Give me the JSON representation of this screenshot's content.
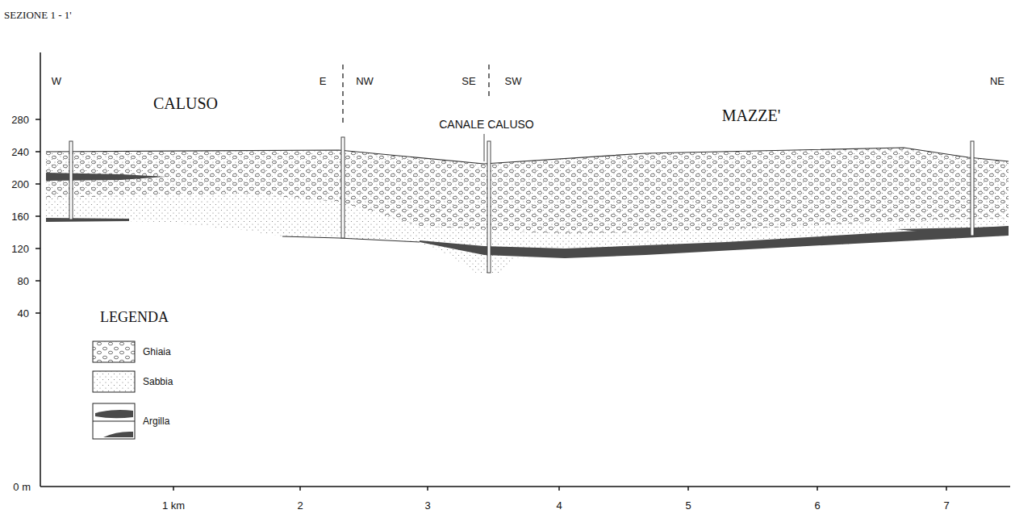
{
  "diagram": {
    "title": "SEZIONE 1 - 1'",
    "labels": [
      "W",
      "E",
      "NW",
      "SE",
      "SW",
      "NE",
      "CALUSO",
      "CANALE CALUSO",
      "MAZZE'",
      "280",
      "240",
      "200",
      "160",
      "120",
      "80",
      "40",
      "0 m",
      "1 km",
      "2",
      "3",
      "4",
      "5",
      "6",
      "7",
      "LEGENDA"
    ],
    "legend": [
      {
        "text": "Ghiaia"
      },
      {
        "text": "Sabbia"
      },
      {
        "text": "Argilla"
      }
    ]
  }
}
